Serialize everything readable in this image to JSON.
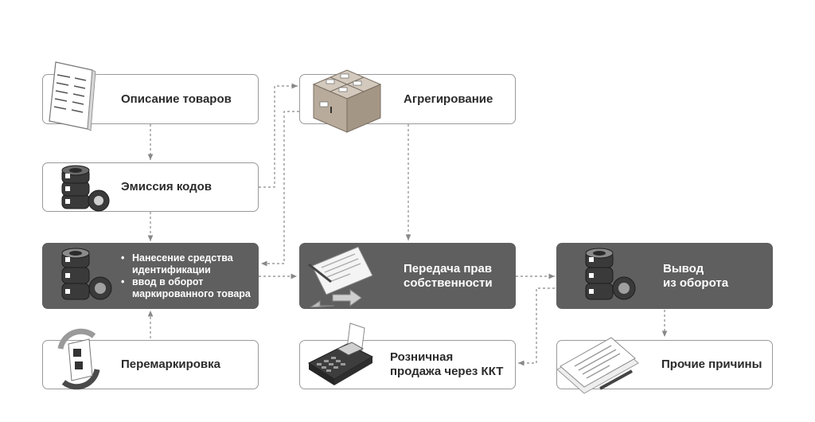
{
  "nodes": {
    "goods_description": "Описание товаров",
    "code_emission": "Эмиссия кодов",
    "marking_bullets": [
      "Нанесение средства идентификации",
      "ввод в оборот маркированного товара"
    ],
    "remarking": "Перемаркировка",
    "aggregation": "Агрегирование",
    "ownership_transfer": "Передача прав\nсобственности",
    "retail_sale": "Розничная\nпродажа через ККТ",
    "withdrawal": "Вывод\nиз оборота",
    "other_reasons": "Прочие причины"
  },
  "colors": {
    "dark_box": "#5f5f5f",
    "light_box_border": "#9a9a9a",
    "connector": "#888888"
  },
  "icons": [
    "document-icon",
    "labels-icon",
    "box-icon",
    "signed-document-icon",
    "pos-terminal-icon",
    "remarking-icon"
  ]
}
